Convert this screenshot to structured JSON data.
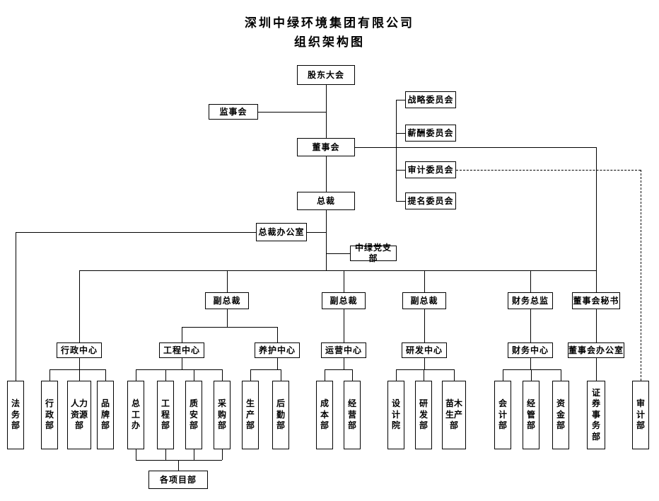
{
  "title": {
    "company": "深圳中绿环境集团有限公司",
    "chart": "组织架构图"
  },
  "nodes": {
    "shareholders_meeting": "股东大会",
    "supervisory_board": "监事会",
    "strategy_committee": "战略委员会",
    "compensation_committee": "薪酬委员会",
    "audit_committee": "审计委员会",
    "nomination_committee": "提名委员会",
    "board_of_directors": "董事会",
    "president": "总裁",
    "president_office": "总裁办公室",
    "party_branch": "中绿党支部",
    "vice_president_1": "副总裁",
    "vice_president_2": "副总裁",
    "vice_president_3": "副总裁",
    "cfo": "财务总监",
    "board_secretary": "董事会秘书",
    "admin_center": "行政中心",
    "engineering_center": "工程中心",
    "maintenance_center": "养护中心",
    "operations_center": "运营中心",
    "rd_center": "研发中心",
    "finance_center": "财务中心",
    "board_office": "董事会办公室",
    "legal_dept": "法务部",
    "admin_dept": "行政部",
    "hr_dept": "人力资源部",
    "brand_dept": "品牌部",
    "chief_engineer_office": "总工办",
    "engineering_dept": "工程部",
    "quality_safety_dept": "质安部",
    "procurement_dept": "采购部",
    "production_dept": "生产部",
    "logistics_dept": "后勤部",
    "cost_dept": "成本部",
    "business_dept": "经营部",
    "design_institute": "设计院",
    "rd_dept": "研发部",
    "seedling_production_dept": "苗木生产部",
    "accounting_dept": "会计部",
    "operation_mgmt_dept": "经管部",
    "treasury_dept": "资金部",
    "securities_affairs_dept": "证券事务部",
    "audit_dept": "审计部",
    "project_depts": "各项目部"
  },
  "colors": {
    "line": "#000000",
    "background": "#ffffff"
  }
}
